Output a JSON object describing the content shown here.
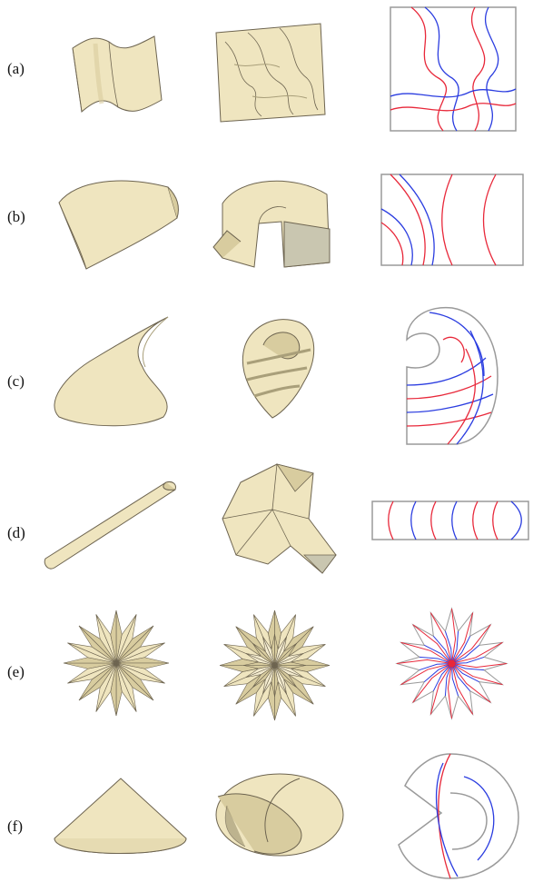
{
  "figure": {
    "rows": [
      {
        "label": "(a)"
      },
      {
        "label": "(b)"
      },
      {
        "label": "(c)"
      },
      {
        "label": "(d)"
      },
      {
        "label": "(e)"
      },
      {
        "label": "(f)"
      }
    ]
  },
  "colors": {
    "surface_fill": "#efe5bf",
    "surface_shade": "#d8cc9f",
    "surface_edge": "#6d6450",
    "crease_red": "#e8283a",
    "crease_blue": "#2b3de0",
    "outline_gray": "#9a9a9a"
  }
}
